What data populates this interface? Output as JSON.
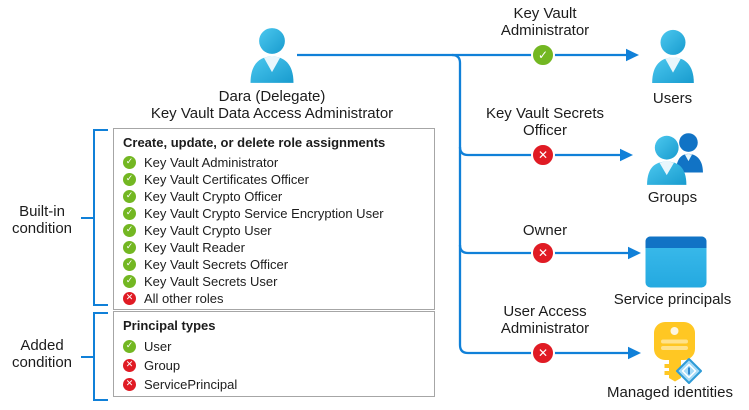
{
  "delegate": {
    "name": "Dara (Delegate)",
    "role": "Key Vault Data Access Administrator"
  },
  "builtin": {
    "bracket_label": "Built-in condition",
    "box_title": "Create, update, or delete role assignments",
    "items": [
      {
        "label": "Key Vault Administrator",
        "status": "allowed"
      },
      {
        "label": "Key Vault Certificates Officer",
        "status": "allowed"
      },
      {
        "label": "Key Vault Crypto Officer",
        "status": "allowed"
      },
      {
        "label": "Key Vault Crypto Service Encryption User",
        "status": "allowed"
      },
      {
        "label": "Key Vault Crypto User",
        "status": "allowed"
      },
      {
        "label": "Key Vault Reader",
        "status": "allowed"
      },
      {
        "label": "Key Vault Secrets Officer",
        "status": "allowed"
      },
      {
        "label": "Key Vault Secrets User",
        "status": "allowed"
      },
      {
        "label": "All other roles",
        "status": "denied"
      }
    ]
  },
  "added": {
    "bracket_label": "Added condition",
    "box_title": "Principal types",
    "items": [
      {
        "label": "User",
        "status": "allowed"
      },
      {
        "label": "Group",
        "status": "denied"
      },
      {
        "label": "ServicePrincipal",
        "status": "denied"
      }
    ]
  },
  "assignments": [
    {
      "role": "Key Vault Administrator",
      "status": "allowed",
      "target": "Users"
    },
    {
      "role": "Key Vault Secrets Officer",
      "status": "denied",
      "target": "Groups"
    },
    {
      "role": "Owner",
      "status": "denied",
      "target": "Service principals"
    },
    {
      "role": "User Access Administrator",
      "status": "denied",
      "target": "Managed identities"
    }
  ],
  "colors": {
    "line_blue": "#1080d8",
    "allowed_green": "#73b722",
    "denied_red": "#e01b24",
    "person_cyan": "#2fb3df",
    "dark_blue": "#1173c5",
    "key_yellow": "#ffc723",
    "border_gray": "#a6a6a6"
  }
}
